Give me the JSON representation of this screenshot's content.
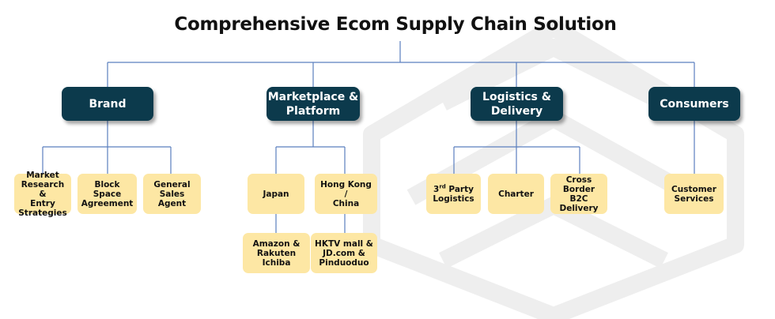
{
  "title": "Comprehensive Ecom Supply Chain Solution",
  "colors": {
    "category_box": "#0c3a4c",
    "leaf_box": "#fde7a4",
    "connector": "#5b7fbf"
  },
  "categories": [
    {
      "label": "Brand"
    },
    {
      "label": "Marketplace &\nPlatform"
    },
    {
      "label": "Logistics &\nDelivery"
    },
    {
      "label": "Consumers"
    }
  ],
  "brand_items": [
    {
      "label": "Market\nResearch &\nEntry\nStrategies"
    },
    {
      "label": "Block Space\nAgreement"
    },
    {
      "label": "General\nSales Agent"
    }
  ],
  "marketplace_items": [
    {
      "label": "Japan"
    },
    {
      "label": "Hong Kong /\nChina"
    }
  ],
  "marketplace_subitems": [
    {
      "label": "Amazon &\nRakuten Ichiba"
    },
    {
      "label": "HKTV mall &\nJD.com &\nPinduoduo"
    }
  ],
  "logistics_items": [
    {
      "label_prefix": "3",
      "label_sup": "rd",
      "label_rest": " Party\nLogistics"
    },
    {
      "label": "Charter"
    },
    {
      "label": "Cross\nBorder B2C\nDelivery"
    }
  ],
  "consumer_items": [
    {
      "label": "Customer\nServices"
    }
  ]
}
